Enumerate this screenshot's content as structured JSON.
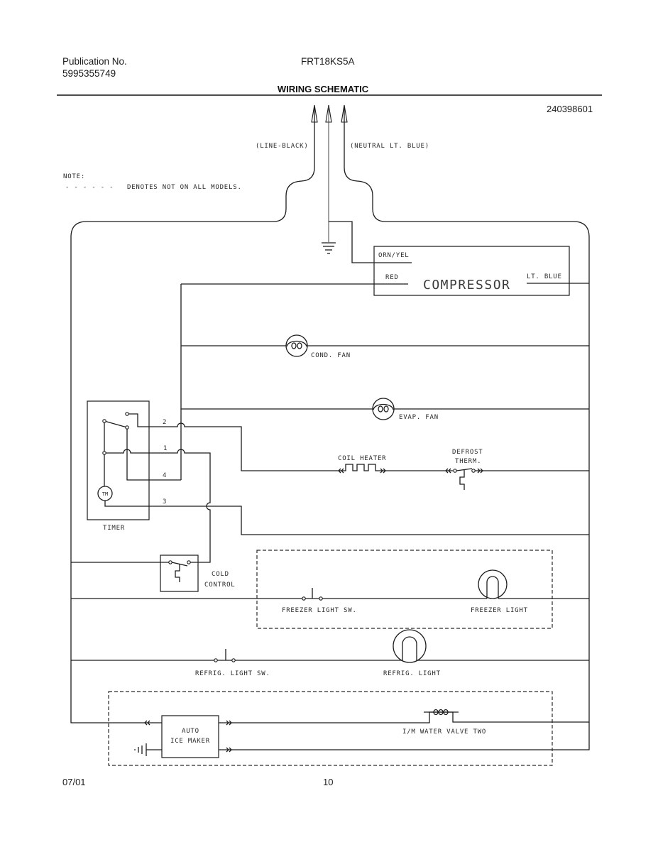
{
  "header": {
    "publication_label": "Publication No.",
    "publication_number": "5995355749",
    "model": "FRT18KS5A",
    "title": "WIRING SCHEMATIC",
    "drawing_number": "240398601"
  },
  "note": {
    "label": "NOTE:",
    "legend_dashes": "- - - - - -",
    "text": "DENOTES NOT ON ALL MODELS."
  },
  "supply": {
    "line_label": "(LINE-BLACK)",
    "neutral_label": "(NEUTRAL LT. BLUE)"
  },
  "compressor": {
    "title": "COMPRESSOR",
    "ground_wire": "ORN/YEL",
    "line_wire": "RED",
    "neutral_wire": "LT. BLUE"
  },
  "fans": {
    "condenser": "COND. FAN",
    "evaporator": "EVAP. FAN"
  },
  "timer": {
    "label": "TIMER",
    "motor": "TM",
    "terminals": [
      "2",
      "1",
      "4",
      "3"
    ]
  },
  "defrost": {
    "coil_heater": "COIL HEATER",
    "therm_line1": "DEFROST",
    "therm_line2": "THERM."
  },
  "cold_control": {
    "line1": "COLD",
    "line2": "CONTROL"
  },
  "freezer": {
    "switch": "FREEZER LIGHT SW.",
    "light": "FREEZER LIGHT"
  },
  "refrigerator": {
    "switch": "REFRIG. LIGHT SW.",
    "light": "REFRIG. LIGHT"
  },
  "ice_maker": {
    "line1": "AUTO",
    "line2": "ICE MAKER",
    "water_valve": "I/M WATER VALVE TWO"
  },
  "footer": {
    "date": "07/01",
    "page": "10"
  },
  "colors": {
    "ink": "#1c1c1c",
    "paper": "#ffffff"
  }
}
